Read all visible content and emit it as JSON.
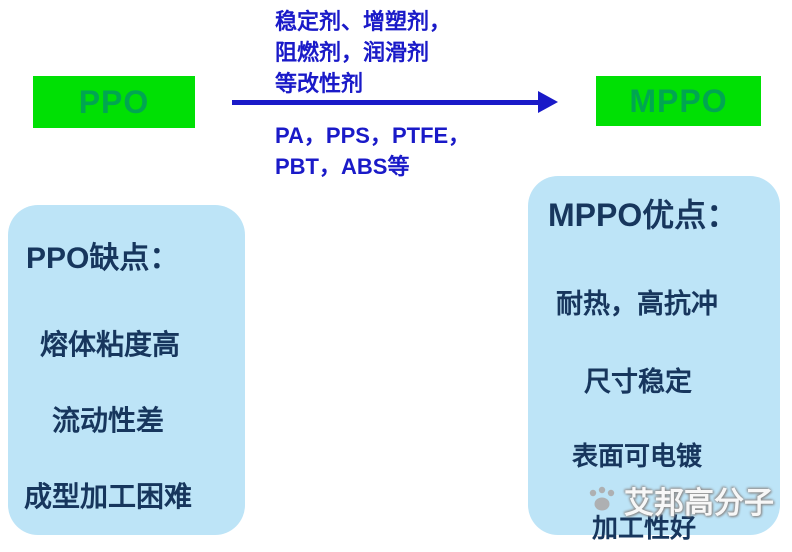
{
  "flow": {
    "source_label": "PPO",
    "target_label": "MPPO",
    "arrow_above_lines": [
      "稳定剂、增塑剂，",
      "阻燃剂，润滑剂",
      "等改性剂"
    ],
    "arrow_below_lines": [
      "PA，PPS，PTFE，",
      "PBT，ABS等"
    ]
  },
  "left_panel": {
    "title": "PPO缺点：",
    "items": [
      "熔体粘度高",
      "流动性差",
      "成型加工困难"
    ]
  },
  "right_panel": {
    "title": "MPPO优点：",
    "items": [
      "耐热，高抗冲",
      "尺寸稳定",
      "表面可电镀",
      "加工性好"
    ]
  },
  "watermark": {
    "text": "艾邦高分子",
    "icon": "paw-logo"
  },
  "colors": {
    "green_box_bg": "#00e004",
    "green_box_text": "#00a651",
    "blue_text": "#1a1ac8",
    "panel_bg": "#bde4f7",
    "panel_text": "#17365d"
  }
}
